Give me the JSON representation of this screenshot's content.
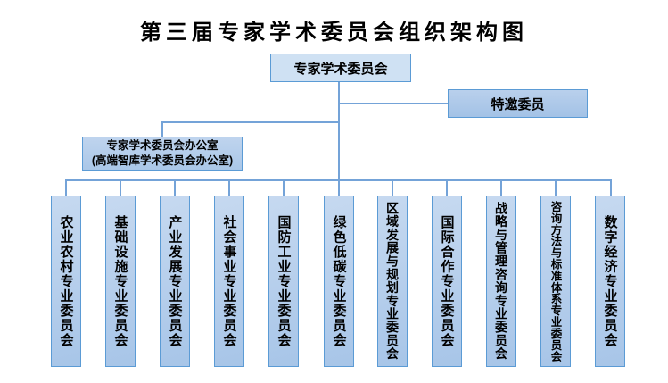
{
  "title": "第三届专家学术委员会组织架构图",
  "org_chart": {
    "type": "org-tree",
    "root": {
      "label": "专家学术委员会"
    },
    "special_member": {
      "label": "特邀委员"
    },
    "office": {
      "line1": "专家学术委员会办公室",
      "line2": "(高端智库学术委员会办公室)"
    },
    "committees": [
      {
        "label": "农业农村专业委员会"
      },
      {
        "label": "基础设施专业委员会"
      },
      {
        "label": "产业发展专业委员会"
      },
      {
        "label": "社会事业专业委员会"
      },
      {
        "label": "国防工业专业委员会"
      },
      {
        "label": "绿色低碳专业委员会"
      },
      {
        "label": "区域发展与规划专业委员会"
      },
      {
        "label": "国际合作专业委员会"
      },
      {
        "label": "战略与管理咨询专业委员会"
      },
      {
        "label": "咨询方法与标准体系专业委员会"
      },
      {
        "label": "数字经济专业委员会"
      }
    ],
    "colors": {
      "box_border": "#5b9bd5",
      "connector_line": "#74a3d8",
      "root_fill": "#cfe1f3",
      "branch_fill_top": "#b9d0ec",
      "branch_fill_bottom": "#a3c2e6",
      "committee_fill_top": "#c6d9f0",
      "committee_fill_bottom": "#a7c5e8",
      "text": "#000000",
      "background": "#ffffff"
    }
  }
}
